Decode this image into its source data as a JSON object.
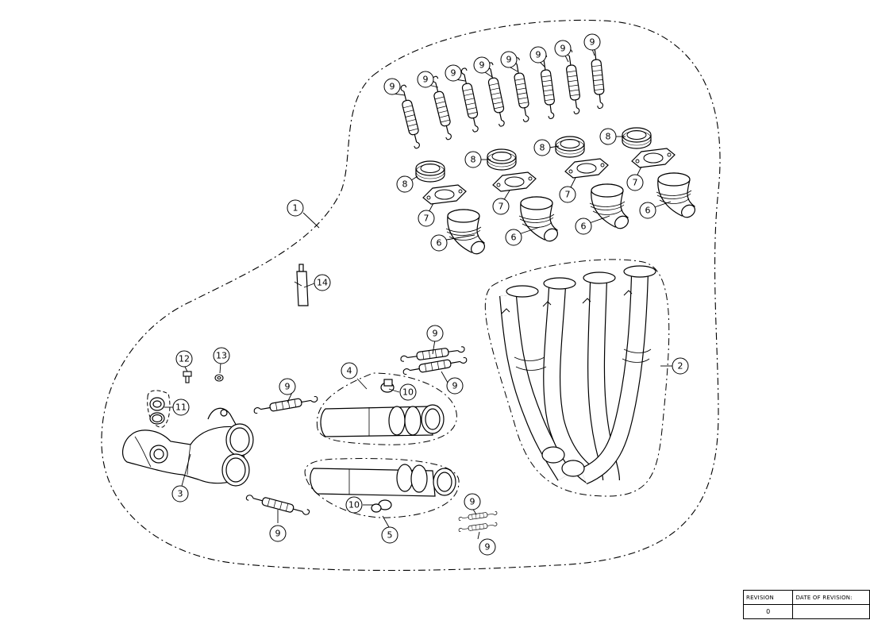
{
  "callouts": {
    "c1": "1",
    "c2": "2",
    "c3": "3",
    "c4": "4",
    "c5": "5",
    "c6a": "6",
    "c6b": "6",
    "c6c": "6",
    "c6d": "6",
    "c7a": "7",
    "c7b": "7",
    "c7c": "7",
    "c7d": "7",
    "c8a": "8",
    "c8b": "8",
    "c8c": "8",
    "c8d": "8",
    "c9a": "9",
    "c9b": "9",
    "c9c": "9",
    "c9d": "9",
    "c9e": "9",
    "c9f": "9",
    "c9g": "9",
    "c9h": "9",
    "c9i": "9",
    "c9j": "9",
    "c9k": "9",
    "c9l": "9",
    "c9m": "9",
    "c9n": "9",
    "c10a": "10",
    "c10b": "10",
    "c11": "11",
    "c12": "12",
    "c13": "13",
    "c14": "14"
  },
  "revision_table": {
    "header_revision": "REVISION",
    "header_date": "DATE OF REVISION:",
    "revision_value": "0",
    "date_value": ""
  }
}
